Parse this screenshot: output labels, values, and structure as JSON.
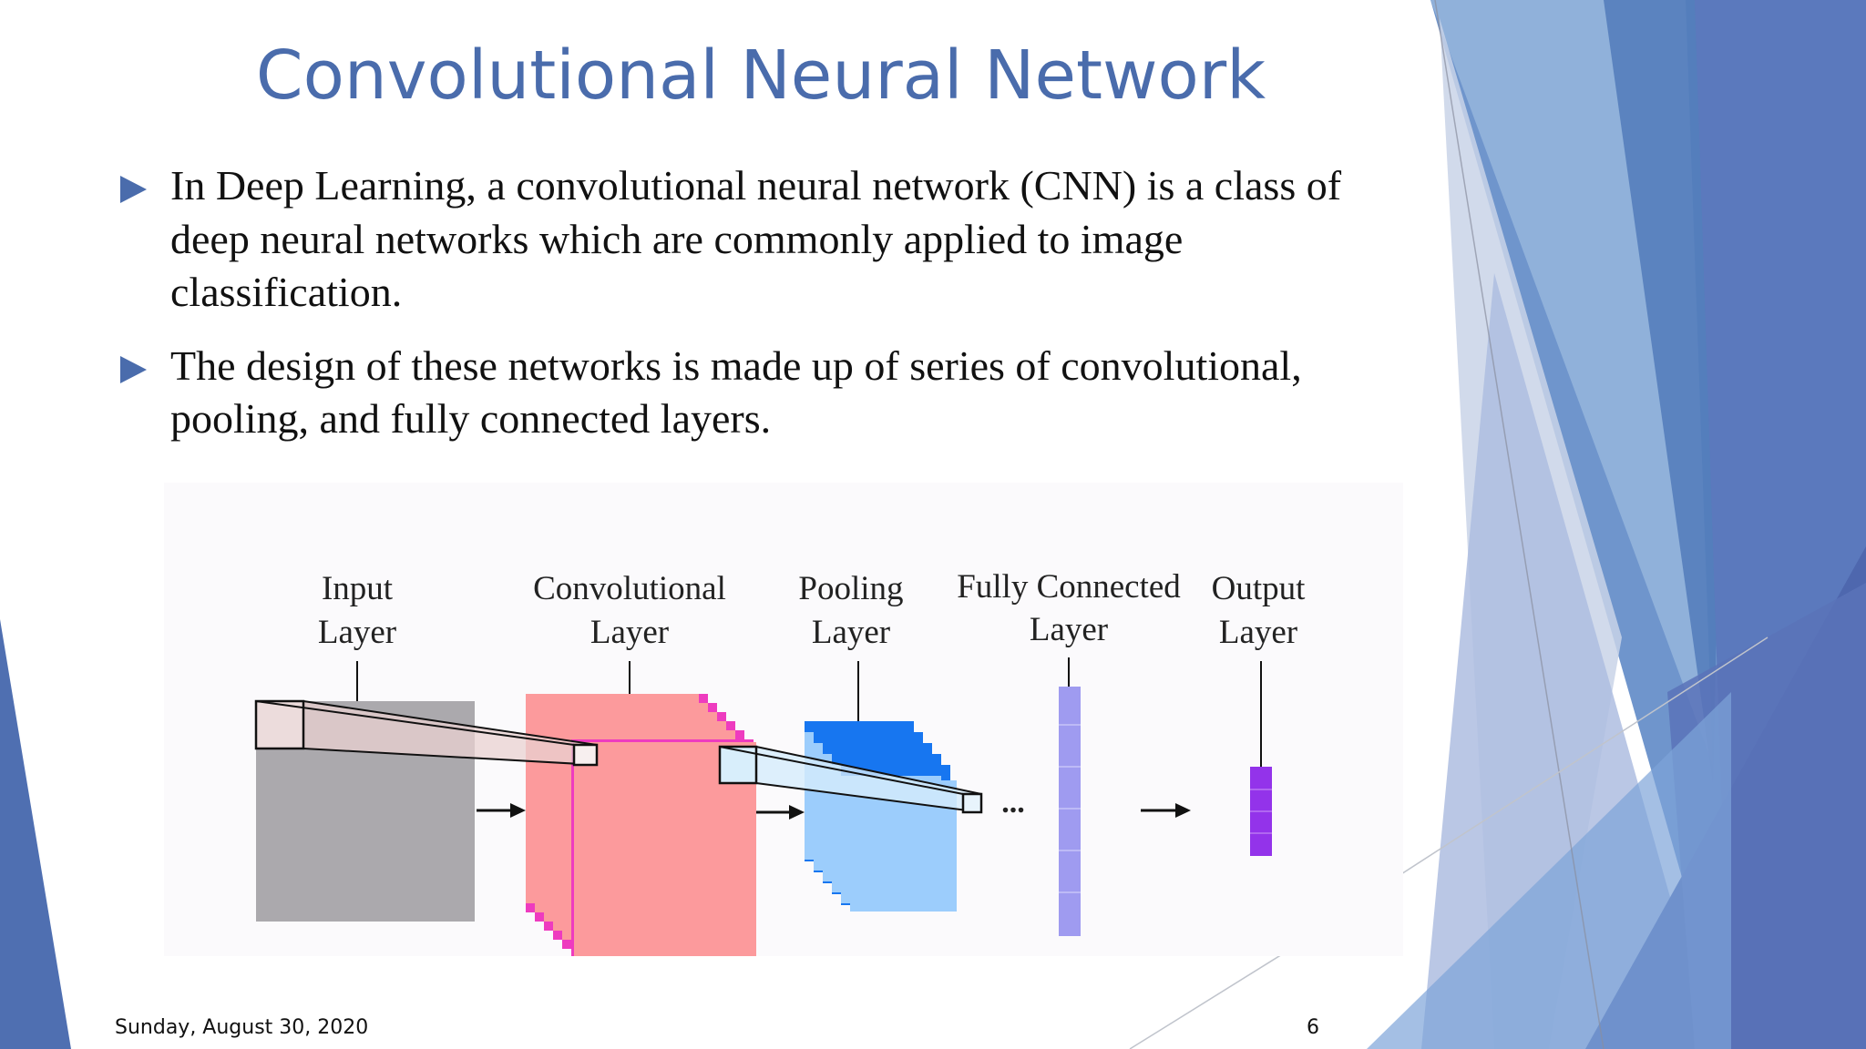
{
  "slide": {
    "title": "Convolutional Neural Network",
    "bullets": [
      "In Deep Learning, a convolutional neural network (CNN) is a class of deep neural networks which are commonly applied to image classification.",
      "The design of these networks is made up of series of convolutional, pooling, and fully connected layers."
    ],
    "footer_date": "Sunday, August 30, 2020",
    "page_number": "6"
  },
  "diagram": {
    "layers": [
      {
        "line1": "Input",
        "line2": "Layer",
        "color": "#aba9ad"
      },
      {
        "line1": "Convolutional",
        "line2": "Layer",
        "color": "#fc9a9c"
      },
      {
        "line1": "Pooling",
        "line2": "Layer",
        "color": "#9ccdfc"
      },
      {
        "line1": "Fully Connected",
        "line2": "Layer",
        "color": "#9f9bf0"
      },
      {
        "line1": "Output",
        "line2": "Layer",
        "color": "#9333ea"
      }
    ],
    "ellipsis": "...",
    "colors": {
      "conv_edge": "#ee3bbf",
      "pool_edge": "#1776f0",
      "accent": "#4a6cac"
    }
  }
}
